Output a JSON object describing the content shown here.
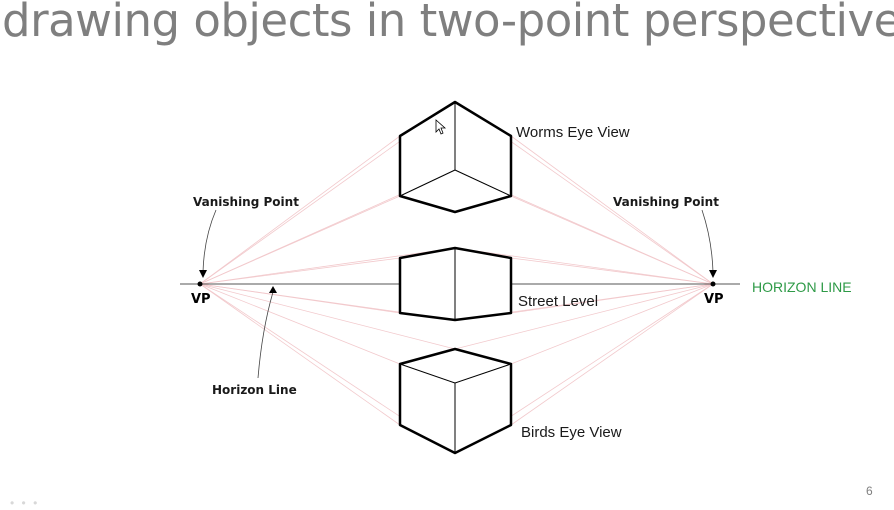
{
  "slide": {
    "title": "drawing objects in two-point perspective",
    "page_number": "6"
  },
  "diagram": {
    "labels": {
      "worms_eye": "Worms Eye View",
      "street_level": "Street Level",
      "birds_eye": "Birds Eye View",
      "vanishing_point_left": "Vanishing Point",
      "vanishing_point_right": "Vanishing Point",
      "vp_left": "VP",
      "vp_right": "VP",
      "horizon_line_callout": "Horizon Line",
      "horizon_line_tag": "HORIZON LINE"
    }
  },
  "colors": {
    "title": "#7f7f7f",
    "horizon_tag": "#2e9a47",
    "construction": "#f2c9cc",
    "outline": "#000000"
  }
}
